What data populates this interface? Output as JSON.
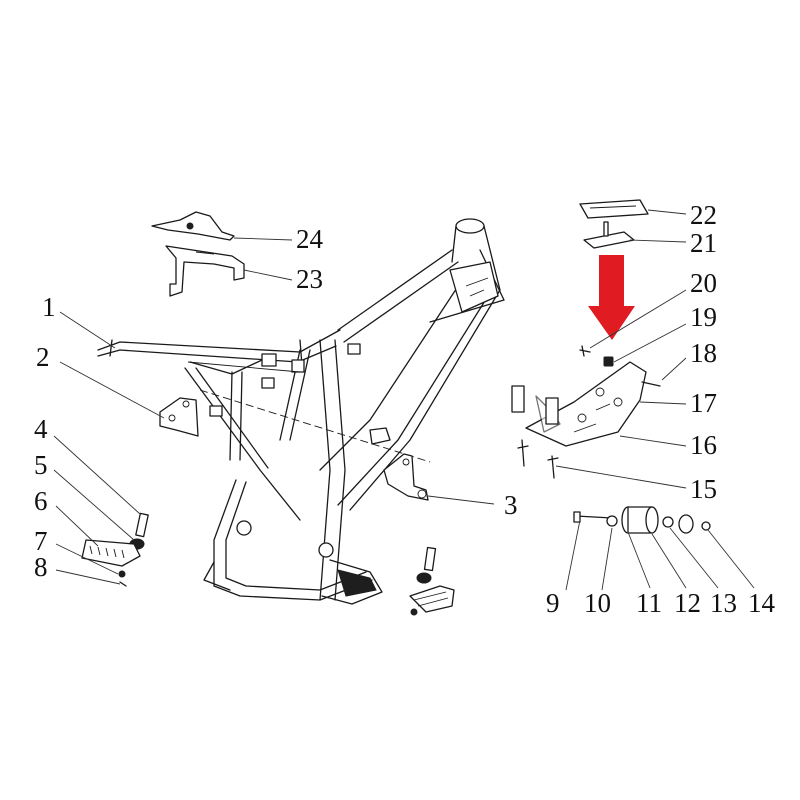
{
  "colors": {
    "ink": "#111111",
    "highlight_arrow": "#e11b22"
  },
  "callouts": {
    "p1": "1",
    "p2": "2",
    "p3": "3",
    "p4": "4",
    "p5": "5",
    "p6": "6",
    "p7": "7",
    "p8": "8",
    "p9": "9",
    "p10": "10",
    "p11": "11",
    "p12": "12",
    "p13": "13",
    "p14": "14",
    "p15": "15",
    "p16": "16",
    "p17": "17",
    "p18": "18",
    "p19": "19",
    "p20": "20",
    "p21": "21",
    "p22": "22",
    "p23": "23",
    "p24": "24"
  },
  "highlight": {
    "target_part": "20",
    "icon": "arrow-down-icon"
  }
}
